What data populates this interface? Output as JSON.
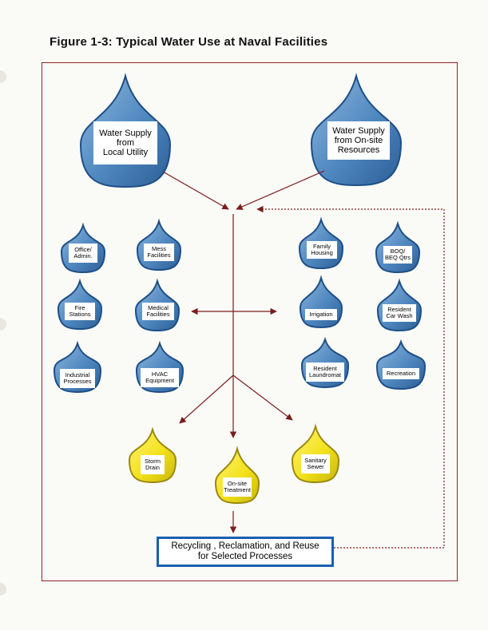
{
  "title": "Figure 1-3:  Typical Water Use at Naval Facilities",
  "sources": [
    {
      "label": "Water Supply\nfrom\nLocal Utility"
    },
    {
      "label": "Water Supply\nfrom On-site\nResources"
    }
  ],
  "uses": [
    {
      "label": "Office/\nAdmin."
    },
    {
      "label": "Mess\nFacilities"
    },
    {
      "label": "Family\nHousing"
    },
    {
      "label": "BOQ/\nBEQ Qtrs"
    },
    {
      "label": "Fire\nStations"
    },
    {
      "label": "Medical\nFacilities"
    },
    {
      "label": "Irrigation"
    },
    {
      "label": "Resident\nCar Wash"
    },
    {
      "label": "Industrial\nProcesses"
    },
    {
      "label": "HVAC\nEquipment"
    },
    {
      "label": "Resident\nLaundromat"
    },
    {
      "label": "Recreation"
    }
  ],
  "outputs": [
    {
      "label": "Storm\nDrain"
    },
    {
      "label": "On-site\nTreatment"
    },
    {
      "label": "Sanitary\nSewer"
    }
  ],
  "recycle_label": "Recycling , Reclamation, and Reuse\nfor Selected Processes",
  "colors": {
    "water_blue": "#4f87bf",
    "water_dark": "#1d4f86",
    "waste_yellow": "#f3e21c",
    "waste_dark": "#9a8a10",
    "arrow": "#7a1c1c",
    "frame": "#8e2424",
    "recycle_border": "#1b5fb0"
  }
}
